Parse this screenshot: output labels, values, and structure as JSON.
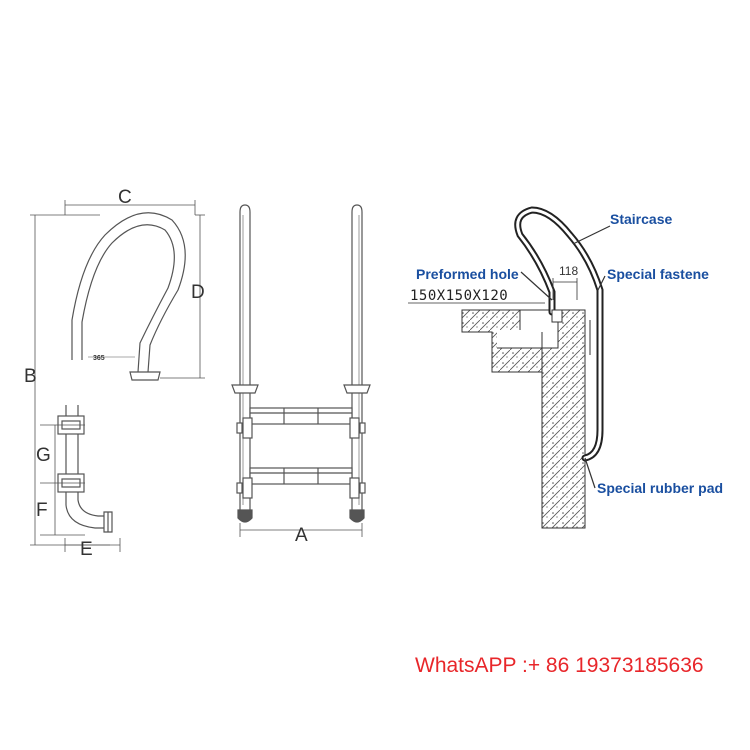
{
  "colors": {
    "line": "#555555",
    "callout_text": "#1a4fa0",
    "contact_text": "#e8262a"
  },
  "side_view": {
    "dimension_labels": {
      "C": "C",
      "D": "D",
      "B": "B",
      "G": "G",
      "F": "F",
      "E": "E",
      "inline_value": "365"
    }
  },
  "front_view": {
    "dimension_labels": {
      "A": "A"
    }
  },
  "installation_view": {
    "callouts": {
      "staircase": "Staircase",
      "preformed_hole": "Preformed hole",
      "hole_size": "150X150X120",
      "dimension_118": "118",
      "special_fastener": "Special fastene",
      "rubber_pad": "Special rubber pad"
    }
  },
  "contact": {
    "text": "WhatsAPP :+ 86 19373185636"
  }
}
